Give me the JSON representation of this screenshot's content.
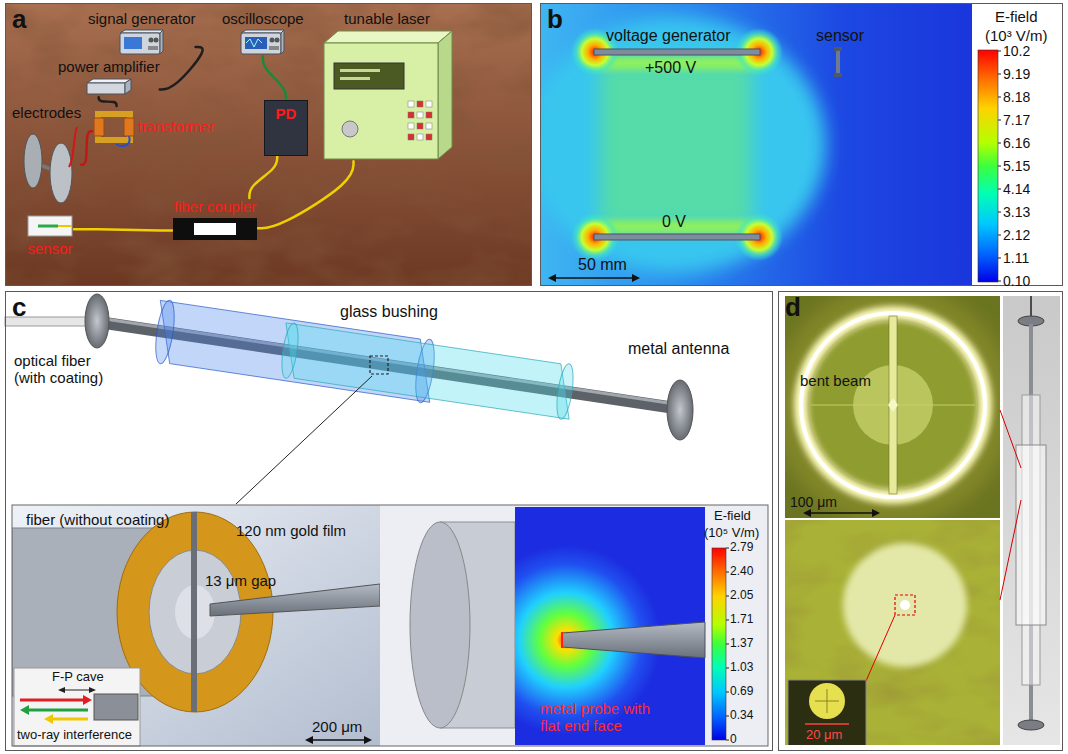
{
  "diagram": {
    "nodes": [
      {
        "text": [
          "a"
        ]
      },
      {
        "text": [
          "signal generator"
        ],
        "in": 0
      },
      {
        "text": [
          "oscilloscope"
        ],
        "in": 0
      },
      {
        "text": [
          "tunable laser"
        ],
        "in": 0
      },
      {
        "text": [
          "power amplifier"
        ],
        "in": 0
      },
      {
        "text": [
          "electrodes"
        ],
        "in": 0
      },
      {
        "text": [
          "transformer"
        ],
        "in": 0
      },
      {
        "text": [
          "PD"
        ],
        "in": 0
      },
      {
        "text": [
          "fiber coupler"
        ],
        "in": 0
      },
      {
        "text": [
          "sensor"
        ],
        "in": 0
      },
      {
        "text": [
          "b"
        ]
      },
      {
        "text": [
          "c"
        ]
      },
      {
        "text": [
          "d"
        ]
      }
    ],
    "edges": [
      {
        "from": 1,
        "to": 4,
        "arrow": "none"
      },
      {
        "from": 4,
        "to": 6,
        "arrow": "none"
      },
      {
        "from": 6,
        "to": 5,
        "arrow": "none"
      },
      {
        "from": 2,
        "to": 7,
        "arrow": "none"
      },
      {
        "from": 3,
        "to": 8,
        "arrow": "none"
      },
      {
        "from": 8,
        "to": 9,
        "arrow": "none"
      },
      {
        "from": 8,
        "to": 7,
        "arrow": "none"
      }
    ],
    "labels": [
      "voltage generator",
      "+500 V",
      "0 V",
      "sensor",
      "50 mm",
      "E-field",
      "(10³ V/m)",
      "10.2",
      "9.19",
      "8.18",
      "7.17",
      "6.16",
      "5.15",
      "4.14",
      "3.13",
      "2.12",
      "1.11",
      "0.10",
      "optical fiber (with coating)",
      "glass bushing",
      "metal antenna",
      "fiber (without coating)",
      "120 nm gold film",
      "13 μm gap",
      "F-P cave",
      "two-ray interference",
      "200 μm",
      "metal probe with flat end face",
      "E-field",
      "(10⁵ V/m)",
      "2.79",
      "2.40",
      "2.05",
      "1.71",
      "1.37",
      "1.03",
      "0.69",
      "0.34",
      "0",
      "bent beam",
      "100 μm",
      "20 μm"
    ]
  }
}
